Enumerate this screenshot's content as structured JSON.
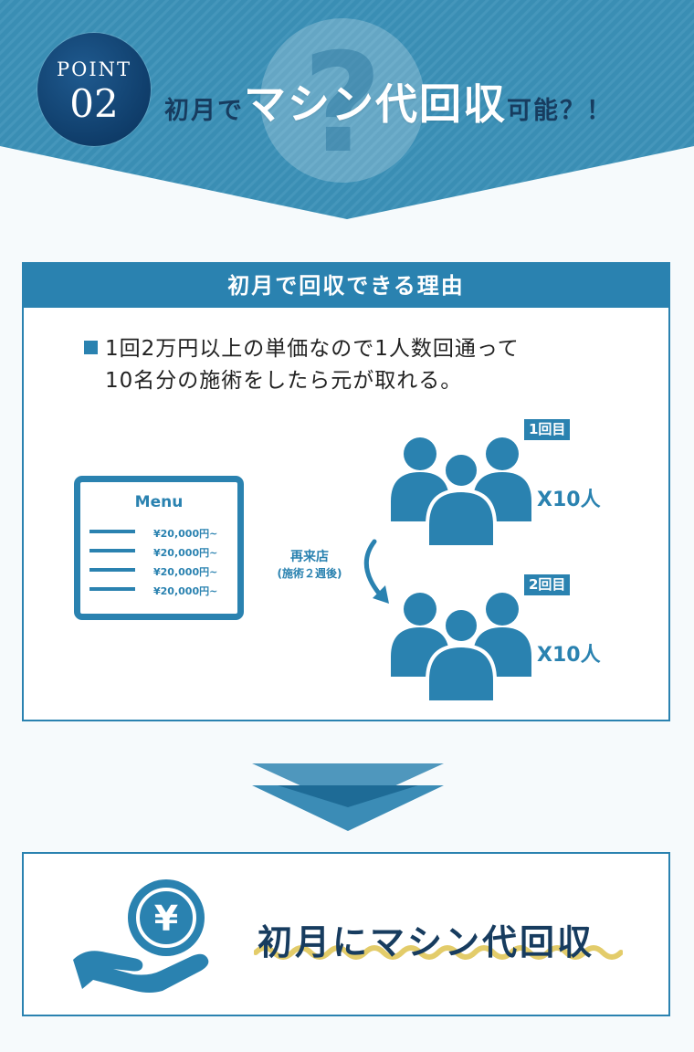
{
  "header": {
    "point_label": "POINT",
    "point_number": "02",
    "headline_prefix": "初月で",
    "headline_main": "マシン代回収",
    "headline_suffix": "可能？！"
  },
  "reason": {
    "title": "初月で回収できる理由",
    "text_line1": "1回2万円以上の単価なので1人数回通って",
    "text_line2": "10名分の施術をしたら元が取れる。"
  },
  "menu": {
    "title": "Menu",
    "prices": [
      "¥20,000円~",
      "¥20,000円~",
      "¥20,000円~",
      "¥20,000円~"
    ]
  },
  "revisit": {
    "label": "再来店",
    "note": "(施術２週後)"
  },
  "visits": [
    {
      "round": "1回目",
      "count": "X10人"
    },
    {
      "round": "2回目",
      "count": "X10人"
    }
  ],
  "result": {
    "text": "初月にマシン代回収",
    "currency_symbol": "¥"
  },
  "colors": {
    "accent": "#2a82b0",
    "navy": "#0f3d6a",
    "banner": "#3a8eb4",
    "underline": "#e3cc6a"
  }
}
